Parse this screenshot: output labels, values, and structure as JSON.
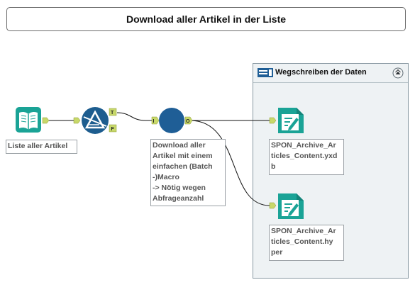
{
  "workflow": {
    "title": "Download aller Artikel in der Liste"
  },
  "container": {
    "title": "Wegschreiben der Daten",
    "collapse_icon": "collapse-up-icon"
  },
  "tools": [
    {
      "id": "input",
      "icon": "book-input-icon",
      "annotation": "Liste aller Artikel",
      "color": "#1aa396"
    },
    {
      "id": "filter",
      "icon": "filter-triangle-icon",
      "anchors": [
        "T",
        "F"
      ],
      "color": "#1d5d8f"
    },
    {
      "id": "macro",
      "icon": "macro-circle-icon",
      "annotation": "Download aller Artikel mit einem einfachen (Batch-)Macro -> Nötig wegen Abfrageanzahl",
      "anchors_in": [
        "I"
      ],
      "anchors_out": [
        "O"
      ],
      "color": "#1f5e96"
    },
    {
      "id": "output1",
      "icon": "output-file-icon",
      "annotation": "SPON_Archive_Articles_Content.yxdb",
      "color": "#1aa396"
    },
    {
      "id": "output2",
      "icon": "output-file-icon",
      "annotation": "SPON_Archive_Articles_Content.hyper",
      "color": "#1aa396"
    }
  ],
  "anchor_labels": {
    "input_anchor": "I",
    "filter_true": "T",
    "filter_false": "F",
    "macro_in": "I",
    "macro_out": "O"
  },
  "annotations": {
    "input": [
      "Liste aller Artikel"
    ],
    "macro": [
      "Download aller",
      "Artikel mit einem",
      "einfachen (Batch",
      "-)Macro",
      "-> Nötig wegen",
      "Abfrageanzahl"
    ],
    "output1": [
      "SPON_Archive_Ar",
      "ticles_Content.yxd",
      "b"
    ],
    "output2": [
      "SPON_Archive_Ar",
      "ticles_Content.hy",
      "per"
    ]
  },
  "colors": {
    "teal": "#1aa396",
    "blue": "#1d5d8f",
    "anchor": "#c8d86a"
  }
}
